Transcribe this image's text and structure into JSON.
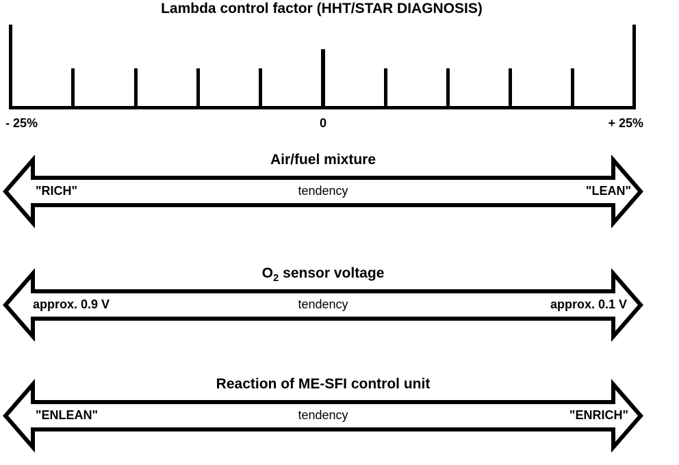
{
  "figure": {
    "title": "Lambda control factor (HHT/STAR DIAGNOSIS)",
    "background": "#ffffff",
    "ink": "#000000"
  },
  "scale": {
    "name": "lambda-control-factor-scale",
    "left_label": "- 25%",
    "center_label": "0",
    "right_label": "+ 25%",
    "min": -25,
    "max": 25,
    "unit": "%",
    "tick_count": 11,
    "major_ticks": [
      "-25",
      "0",
      "+25"
    ]
  },
  "blocks": [
    {
      "name": "air-fuel-mixture",
      "title": "Air/fuel mixture",
      "title_sub": "",
      "left_label": "\"RICH\"",
      "center_label": "tendency",
      "right_label": "\"LEAN\""
    },
    {
      "name": "o2-sensor-voltage",
      "title": "O",
      "title_sub": "2",
      "title_rest": " sensor voltage",
      "left_label": "approx. 0.9 V",
      "center_label": "tendency",
      "right_label": "approx. 0.1 V"
    },
    {
      "name": "me-sfi-control-unit-reaction",
      "title": "Reaction of ME-SFI control unit",
      "title_sub": "",
      "left_label": "\"ENLEAN\"",
      "center_label": "tendency",
      "right_label": "\"ENRICH\""
    }
  ],
  "chart_data": {
    "type": "bar",
    "title": "Lambda control factor (HHT/STAR DIAGNOSIS)",
    "xlabel": "",
    "ylabel": "",
    "xlim": [
      -25,
      25
    ],
    "grid": false,
    "categories": [
      "-25%",
      "0",
      "+25%"
    ],
    "values": [],
    "tick_positions": [
      -25,
      -20,
      -15,
      -10,
      -5,
      0,
      5,
      10,
      15,
      20,
      25
    ],
    "tick_labels": [
      "- 25%",
      "",
      "",
      "",
      "",
      "0",
      "",
      "",
      "",
      "",
      "+ 25%"
    ],
    "annotations": [
      "Air/fuel mixture: \"RICH\" tendency ↔ \"LEAN\" tendency",
      "O2 sensor voltage: approx. 0.9 V ↔ approx. 0.1 V",
      "Reaction of ME-SFI control unit: \"ENLEAN\" ↔ \"ENRICH\""
    ]
  }
}
